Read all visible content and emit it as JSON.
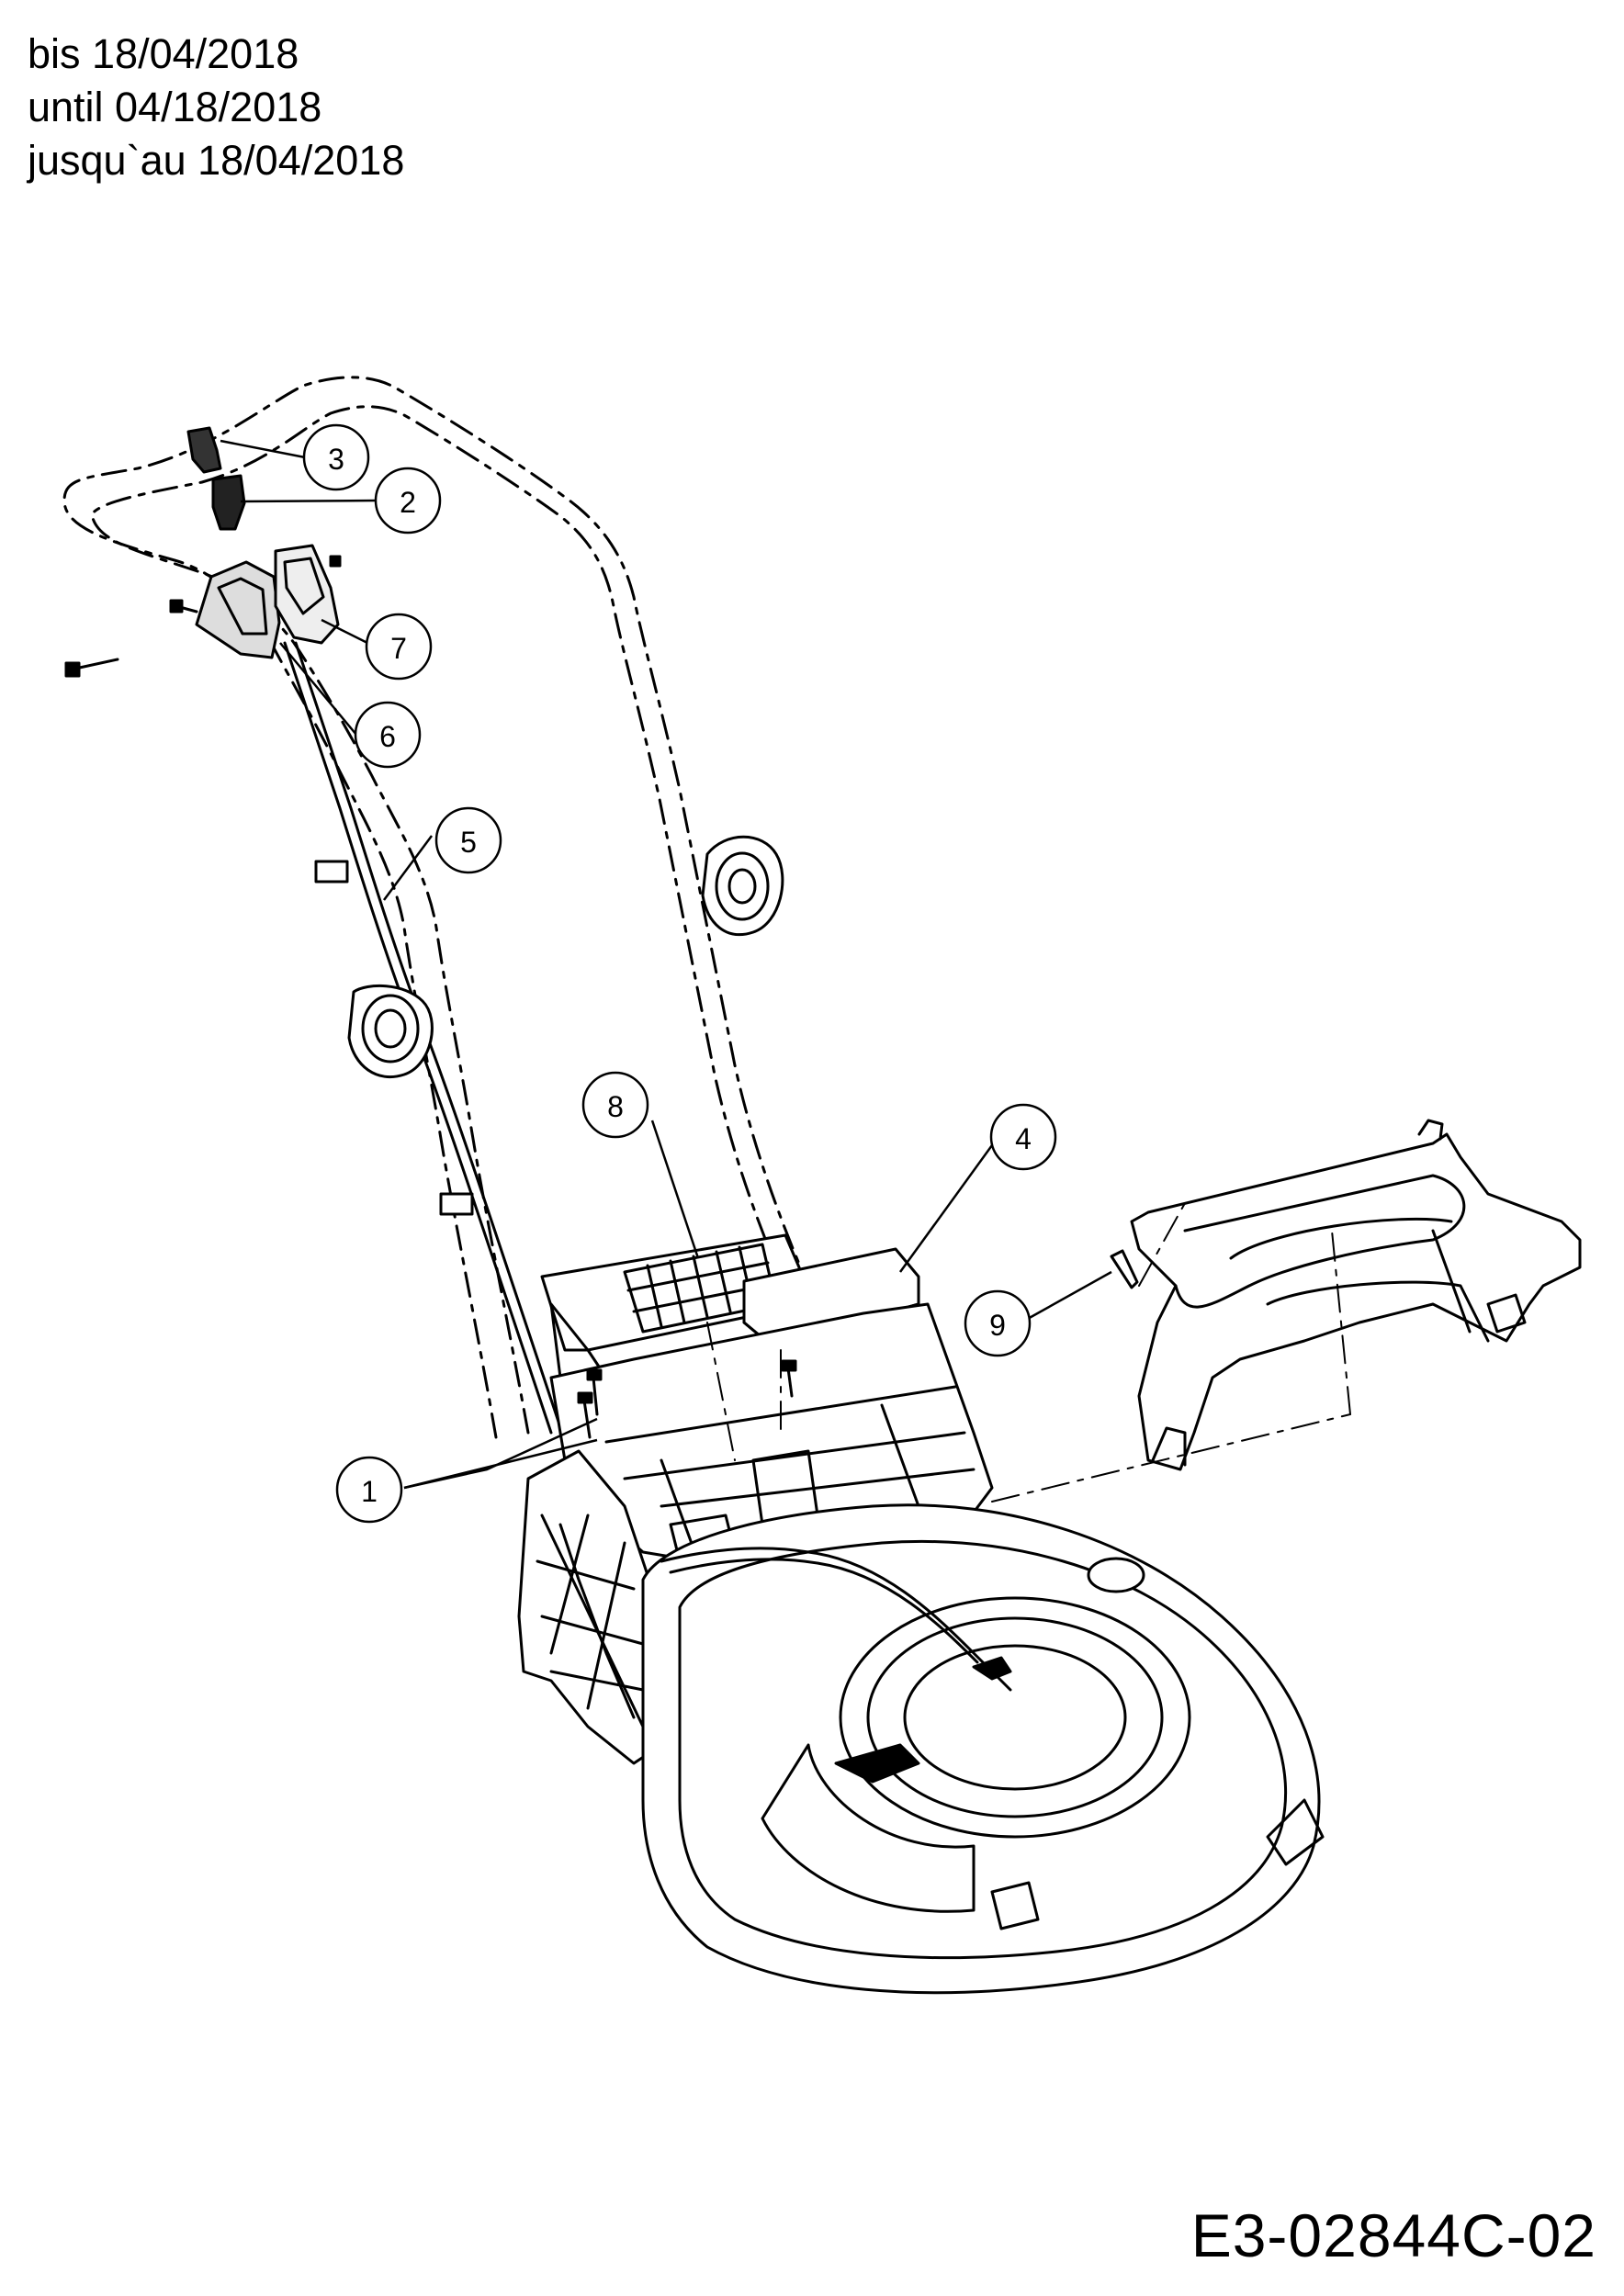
{
  "header": {
    "lines": [
      "bis 18/04/2018",
      "until 04/18/2018",
      "jusqu`au 18/04/2018"
    ]
  },
  "callouts": [
    {
      "label": "1"
    },
    {
      "label": "2"
    },
    {
      "label": "3"
    },
    {
      "label": "4"
    },
    {
      "label": "5"
    },
    {
      "label": "6"
    },
    {
      "label": "7"
    },
    {
      "label": "8"
    },
    {
      "label": "9"
    }
  ],
  "footer": {
    "code": "E3-02844C-02"
  },
  "colors": {
    "ink": "#000000",
    "paper": "#ffffff"
  }
}
